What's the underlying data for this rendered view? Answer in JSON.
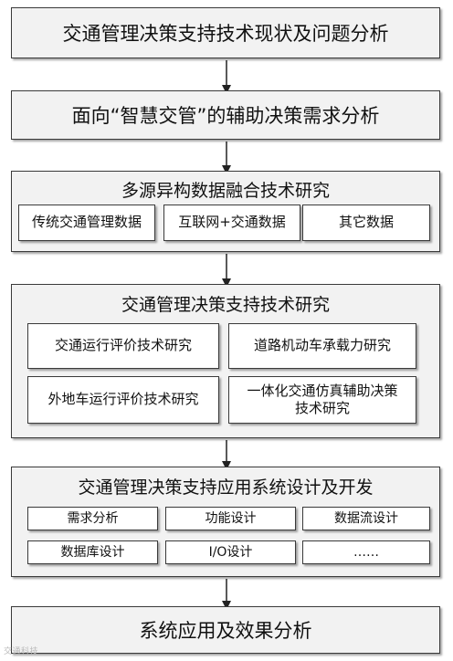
{
  "steps": {
    "s1": "交通管理决策支持技术现状及问题分析",
    "s2": "面向“智慧交管”的辅助决策需求分析",
    "s6": "系统应用及效果分析"
  },
  "group1": {
    "title": "多源异构数据融合技术研究",
    "items": [
      "传统交通管理数据",
      "互联网+交通数据",
      "其它数据"
    ]
  },
  "group2": {
    "title": "交通管理决策支持技术研究",
    "items": [
      "交通运行评价技术研究",
      "道路机动车承载力研究",
      "外地车运行评价技术研究",
      "一体化交通仿真辅助决策技术研究"
    ]
  },
  "group3": {
    "title": "交通管理决策支持应用系统设计及开发",
    "items": [
      "需求分析",
      "功能设计",
      "数据流设计",
      "数据库设计",
      "I/O设计",
      "……"
    ]
  },
  "watermark": "交通科技"
}
